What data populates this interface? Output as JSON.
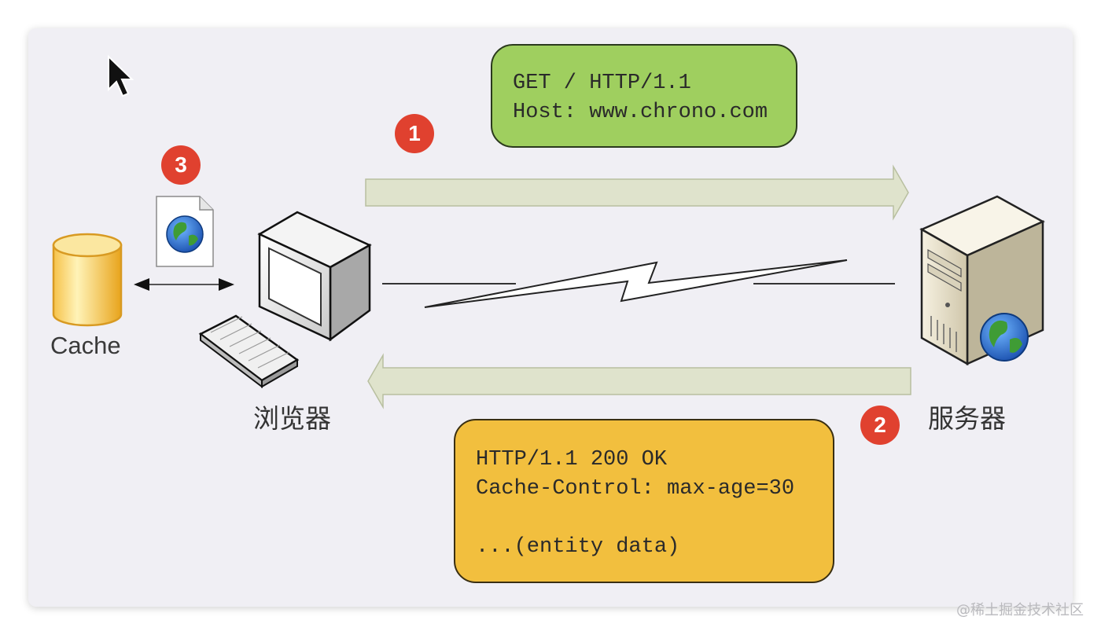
{
  "diagram": {
    "request": {
      "lines": [
        "GET / HTTP/1.1",
        "Host: www.chrono.com"
      ],
      "color": "#9fcf5f"
    },
    "response": {
      "lines": [
        "HTTP/1.1 200 OK",
        "Cache-Control: max-age=30",
        "",
        "...(entity data)"
      ],
      "color": "#f2bf3e"
    },
    "steps": [
      "1",
      "2",
      "3"
    ],
    "nodes": {
      "cache": "Cache",
      "browser": "浏览器",
      "server": "服务器"
    },
    "icons": {
      "pointer": "mouse-pointer-icon",
      "document": "web-document-icon",
      "cache": "database-cylinder-icon",
      "browser": "computer-monitor-icon",
      "keyboard": "keyboard-icon",
      "server": "server-tower-icon",
      "globe": "globe-icon",
      "connection": "lightning-bolt-icon"
    },
    "badge_color": "#e0412f",
    "arrow_color": "#dfe3cc"
  },
  "watermark": "@稀土掘金技术社区"
}
